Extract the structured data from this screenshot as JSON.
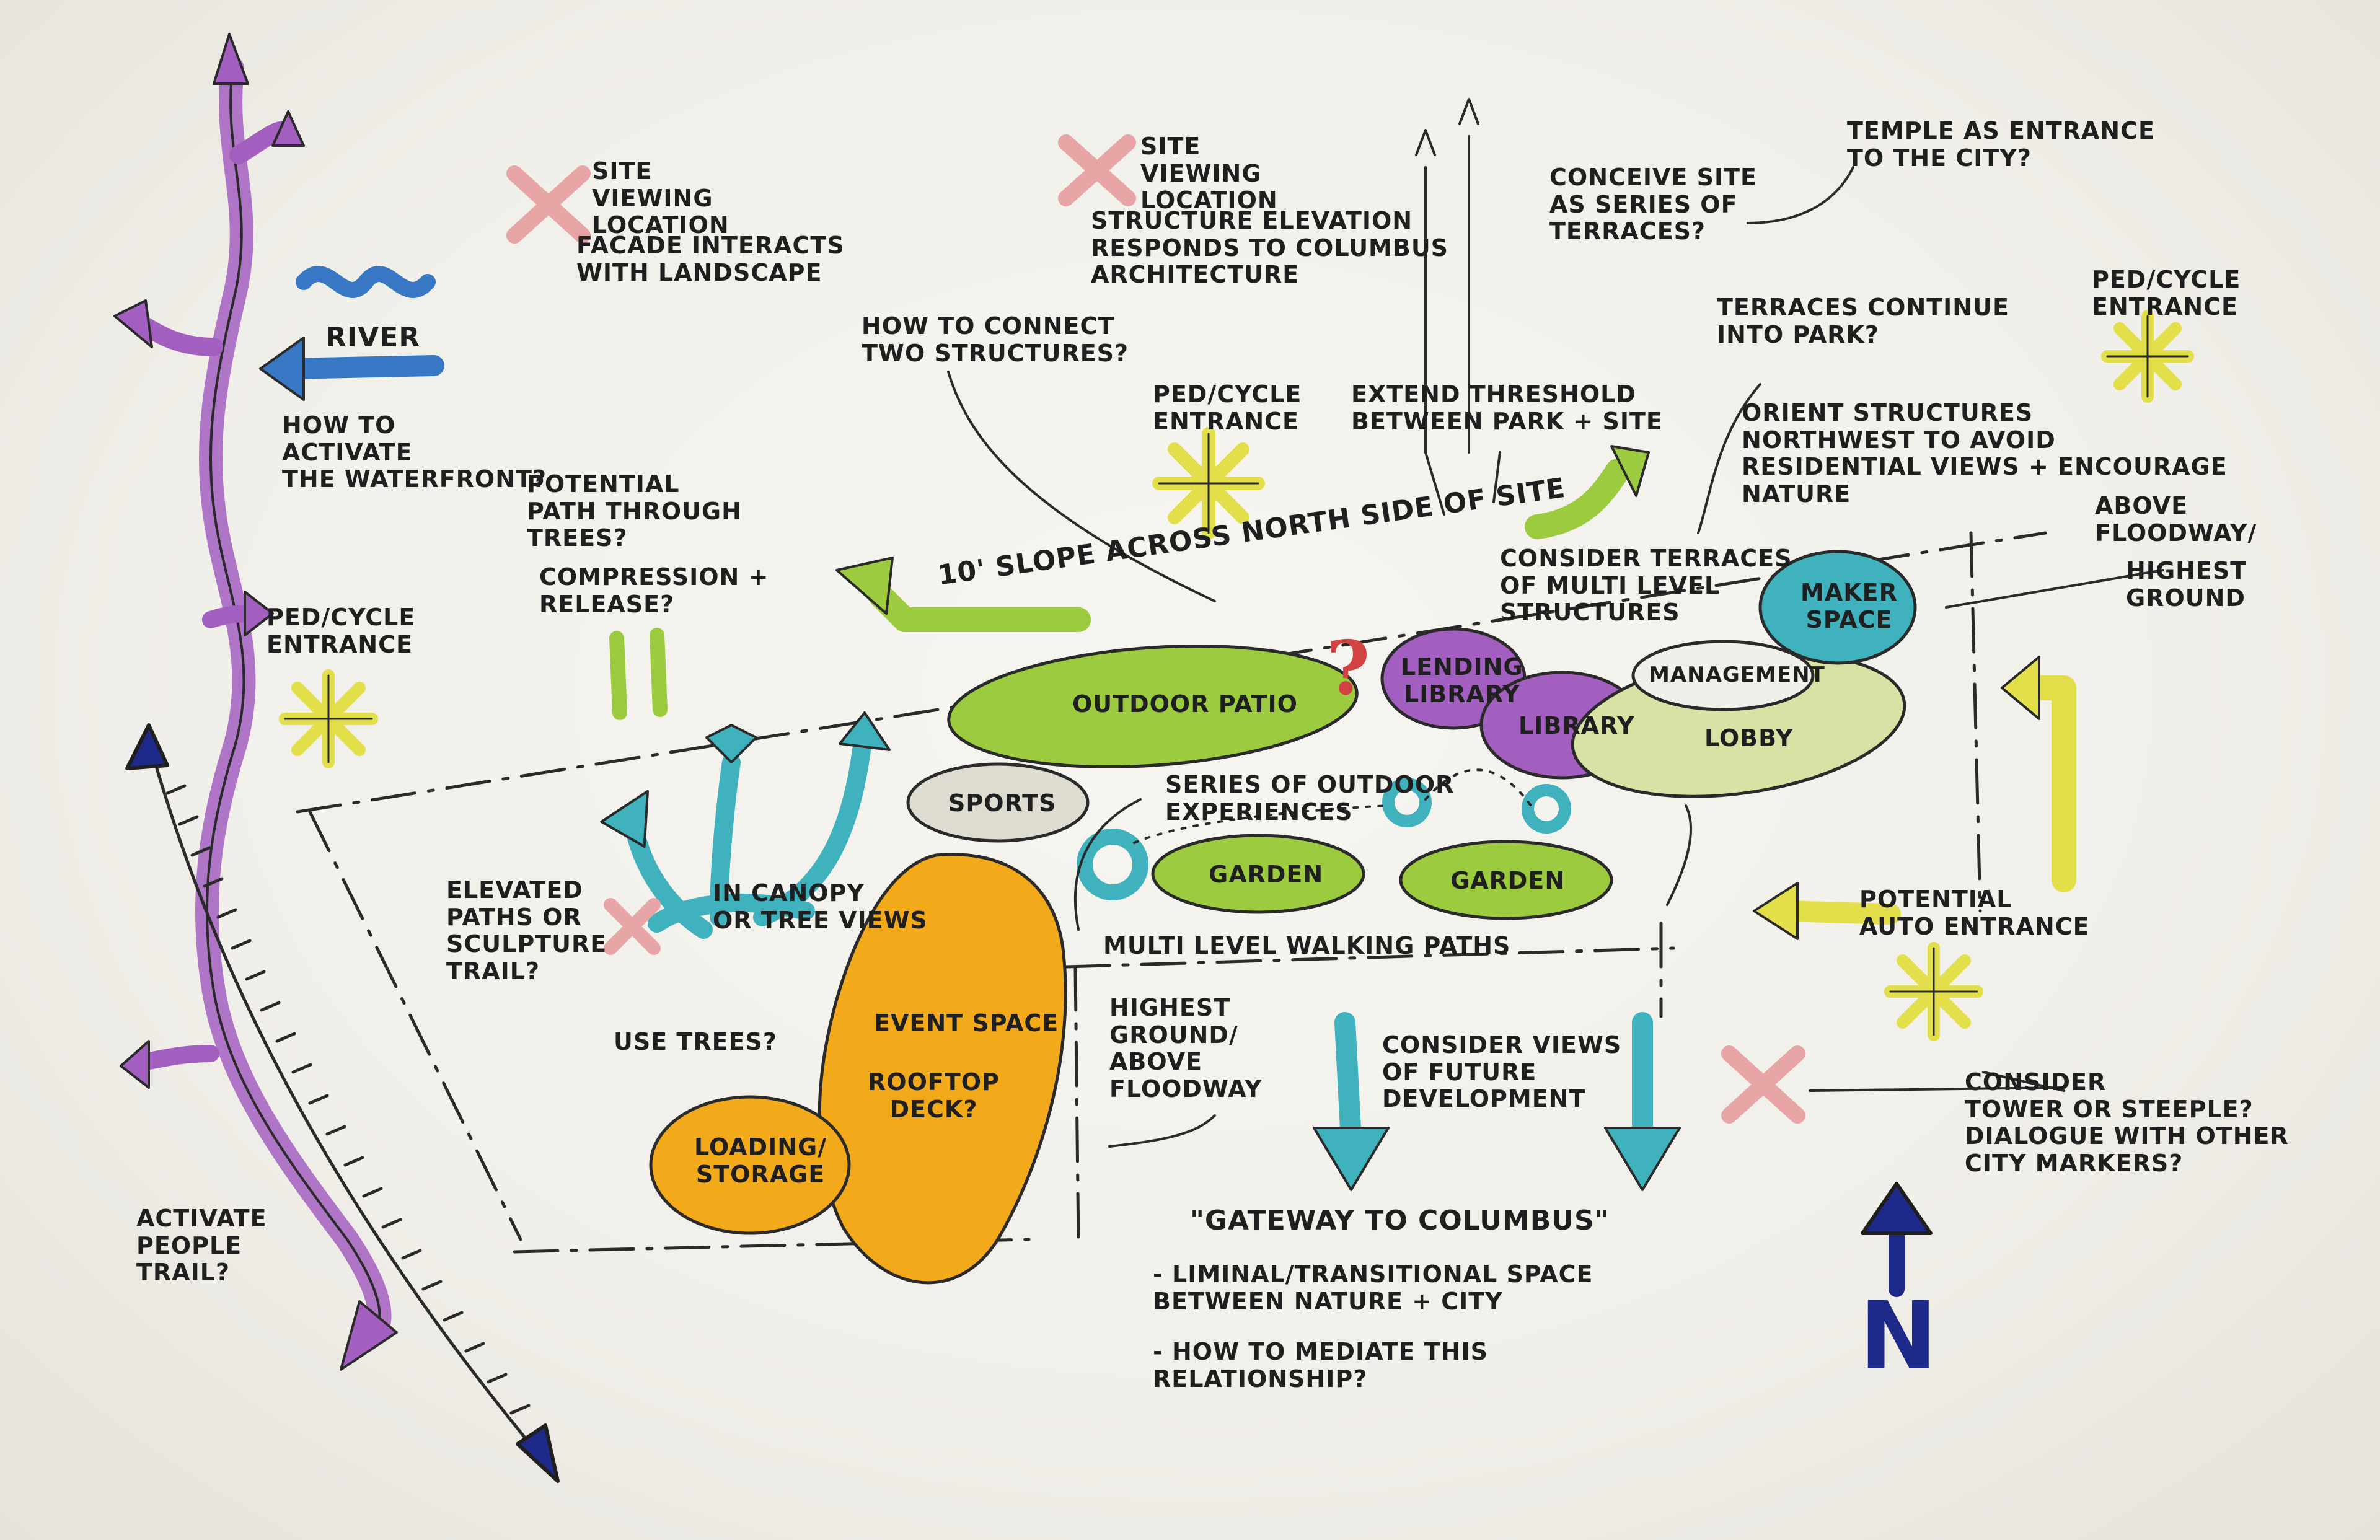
{
  "sketch": {
    "colors": {
      "green": "#9ccb3f",
      "light_green": "#d6e3a5",
      "purple": "#a35fbf",
      "teal": "#3fb2be",
      "orange": "#f2a91a",
      "yellow": "#e3df4a",
      "blue": "#3777c4",
      "pink": "#e8a5a5",
      "gray": "#dedbd0",
      "navy": "#1e2a8a",
      "red": "#d14343",
      "ink": "#1f1f1f"
    },
    "zones": {
      "outdoor_patio": "Outdoor Patio",
      "lending_library": "Lending\nLibrary",
      "library": "Library",
      "management": "Management",
      "maker_space": "Maker\nSpace",
      "lobby": "Lobby",
      "sports": "Sports",
      "garden_left": "Garden",
      "garden_right": "Garden",
      "event_space": "Event Space",
      "rooftop_deck": "Rooftop\nDeck?",
      "loading_storage": "Loading/\nStorage"
    },
    "notes": {
      "site_viewing_1": "Site\nViewing\nLocation",
      "facade": "Facade Interacts\nwith Landscape",
      "river": "River",
      "waterfront": "How to\nActivate\nthe Waterfront?",
      "site_viewing_2": "Site\nViewing\nLocation",
      "structure_elevation": "Structure Elevation\nResponds to Columbus\nArchitecture",
      "conceive": "Conceive Site\nas Series of\nTerraces?",
      "temple": "Temple as Entrance\nto the City?",
      "ped_cycle_right": "Ped/Cycle\nEntrance",
      "how_connect": "How to Connect\nTwo Structures?",
      "terraces_continue": "Terraces Continue\ninto Park?",
      "ped_cycle_top": "Ped/Cycle\nEntrance",
      "extend_threshold": "Extend Threshold\nBetween Park + Site",
      "orient": "Orient Structures\nNorthwest to Avoid\nResidential Views + Encourage\nNature",
      "potential_path": "Potential\nPath Through\nTrees?",
      "compression": "Compression +\nRelease?",
      "above_floodway_1": "Above\nFloodway/",
      "highest_ground_1": "Highest\nGround",
      "ped_cycle_left": "Ped/Cycle\nEntrance",
      "slope": "10' Slope Across North Side of Site",
      "consider_terraces": "Consider Terraces\nof Multi Level\nStructures",
      "series_outdoor": "Series of Outdoor\nExperiences",
      "elevated_paths": "Elevated\nPaths or\nSculpture\nTrail?",
      "in_canopy": "In Canopy\nor Tree Views",
      "use_trees": "Use Trees?",
      "multi_level": "Multi Level Walking Paths",
      "potential_auto": "Potential\nAuto Entrance",
      "highest_ground_2": "Highest\nGround/\nAbove\nFloodway",
      "future_dev": "Consider Views\nof Future\nDevelopment",
      "tower": "Consider\nTower or Steeple?\nDialogue with Other\nCity Markers?",
      "activate_people": "Activate\nPeople\nTrail?",
      "gateway": "\"Gateway to Columbus\"",
      "liminal": "- Liminal/Transitional Space\nBetween Nature + City",
      "mediate": "- How to Mediate this\nRelationship?",
      "question_mark": "?",
      "north": "N"
    }
  }
}
